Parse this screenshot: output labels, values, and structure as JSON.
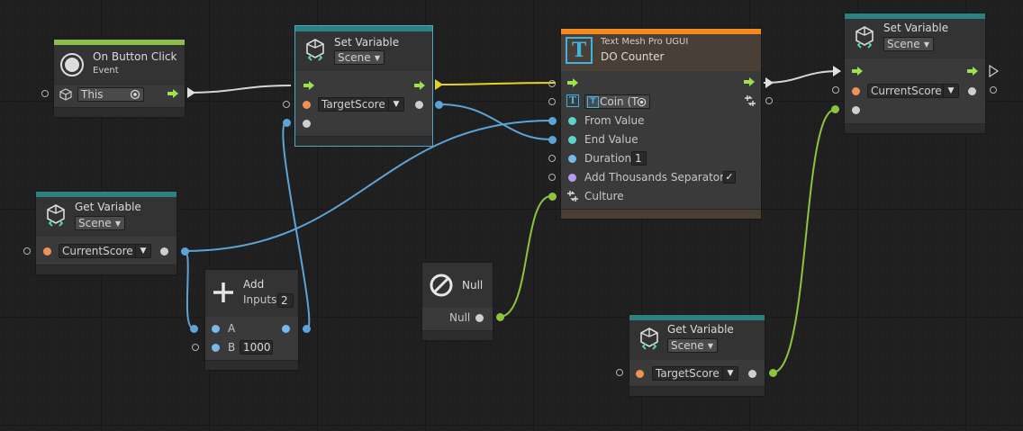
{
  "nodes": {
    "on_click": {
      "title": "On Button Click",
      "subtitle": "Event",
      "target": "This"
    },
    "set_var_1": {
      "title": "Set Variable",
      "scope": "Scene",
      "variable": "TargetScore"
    },
    "dotween": {
      "category": "Text Mesh Pro UGUI",
      "title": "DO Counter",
      "target": "Coin (T",
      "ports": [
        "From Value",
        "End Value",
        "Duration",
        "Add Thousands Separator",
        "Culture"
      ],
      "duration": "1"
    },
    "set_var_2": {
      "title": "Set Variable",
      "scope": "Scene",
      "variable": "CurrentScore"
    },
    "get_var_1": {
      "title": "Get Variable",
      "scope": "Scene",
      "variable": "CurrentScore"
    },
    "add": {
      "title": "Add",
      "inputs_label": "Inputs",
      "inputs_count": "2",
      "port_a": "A",
      "port_b": "B",
      "b_value": "1000"
    },
    "null": {
      "title": "Null",
      "port": "Null"
    },
    "get_var_2": {
      "title": "Get Variable",
      "scope": "Scene",
      "variable": "TargetScore"
    }
  },
  "colors": {
    "flow": "#9be24b",
    "int": "#f09254",
    "float": "#77b9e8",
    "bool": "#b59cf0",
    "object": "#d4d4d4",
    "culture": "#8cc43f",
    "teal": "#2c8181",
    "event": "#8cbe4f",
    "dotween_bar": "#f28a1f"
  }
}
